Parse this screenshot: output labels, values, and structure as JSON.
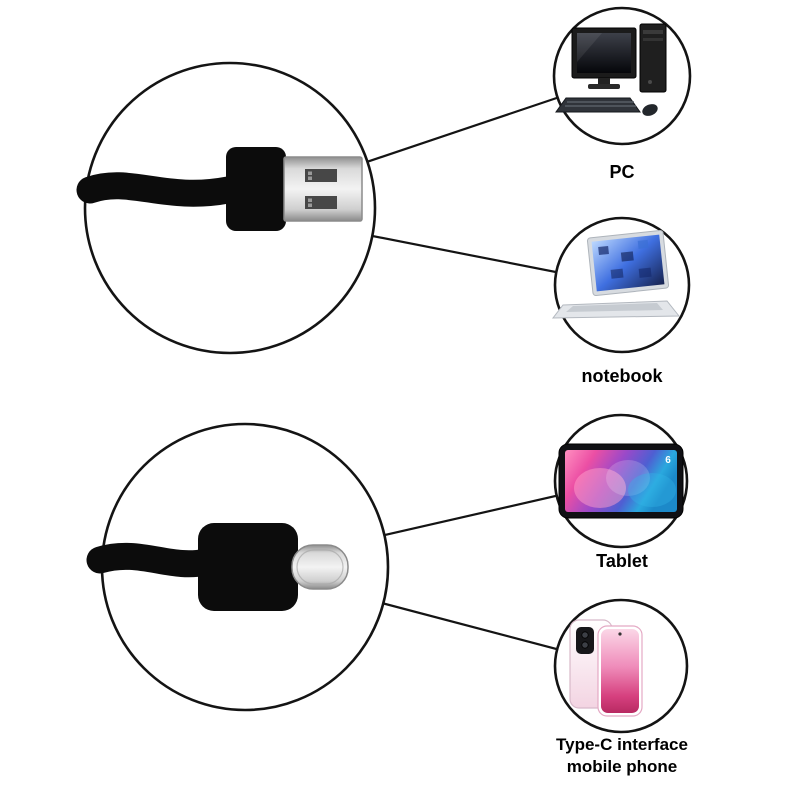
{
  "diagram": {
    "connectors": [
      {
        "icon": "usb-a-connector-icon"
      },
      {
        "icon": "usb-c-connector-icon"
      }
    ],
    "devices": [
      {
        "icon": "pc-icon",
        "label": "PC"
      },
      {
        "icon": "notebook-icon",
        "label": "notebook"
      },
      {
        "icon": "tablet-icon",
        "label": "Tablet",
        "screen_mark": "6"
      },
      {
        "icon": "phone-icon",
        "label": "Type-C interface mobile phone"
      }
    ],
    "colors": {
      "background": "#ffffff",
      "line": "#141414",
      "cable_black": "#0c0c0c",
      "metal_silver": "#d9d9d9",
      "screen_blue": "#3f6fe0",
      "screen_pink": "#ec4fa4",
      "phone_pink": "#e8639c"
    }
  }
}
